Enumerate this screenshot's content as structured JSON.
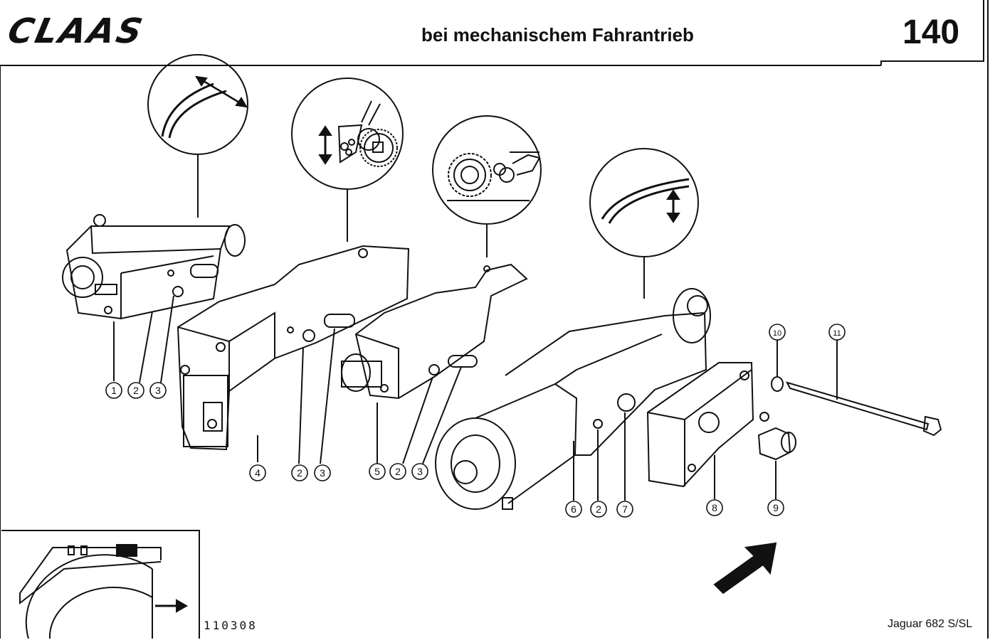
{
  "header": {
    "brand": "CLAAS",
    "title": "bei mechanischem Fahrantrieb",
    "page_number": "140"
  },
  "footer": {
    "document_number": "110308",
    "model": "Jaguar 682 S/SL"
  },
  "callouts": [
    {
      "id": "1",
      "label": "1"
    },
    {
      "id": "2a",
      "label": "2"
    },
    {
      "id": "3a",
      "label": "3"
    },
    {
      "id": "4",
      "label": "4"
    },
    {
      "id": "2b",
      "label": "2"
    },
    {
      "id": "3b",
      "label": "3"
    },
    {
      "id": "5",
      "label": "5"
    },
    {
      "id": "2c",
      "label": "2"
    },
    {
      "id": "3c",
      "label": "3"
    },
    {
      "id": "6",
      "label": "6"
    },
    {
      "id": "2d",
      "label": "2"
    },
    {
      "id": "7",
      "label": "7"
    },
    {
      "id": "8",
      "label": "8"
    },
    {
      "id": "9",
      "label": "9"
    },
    {
      "id": "10",
      "label": "10"
    },
    {
      "id": "11",
      "label": "11"
    }
  ],
  "icons": [
    "arc-double-arrow-icon",
    "crop-roller-updown-icon",
    "chopper-drum-icon",
    "arc-vertical-arrow-icon",
    "direction-arrow-icon",
    "machine-location-icon"
  ]
}
